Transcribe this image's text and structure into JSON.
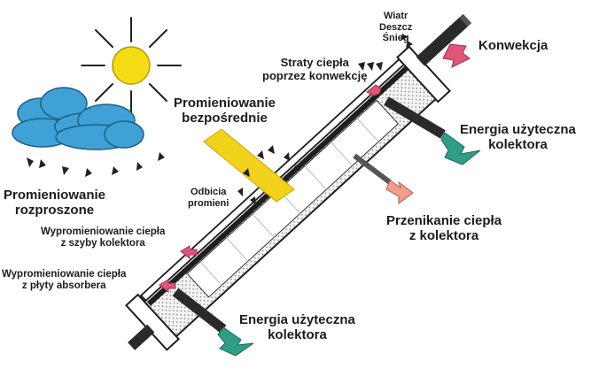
{
  "diagram": {
    "labels": {
      "weather": [
        "Wiatr",
        "Deszcz",
        "Śnieg"
      ],
      "convection": "Konwekcja",
      "convection_losses": [
        "Straty ciepła",
        "poprzez konwekcję"
      ],
      "direct_radiation": [
        "Promieniowanie",
        "bezpośrednie"
      ],
      "useful_energy_top": [
        "Energia użyteczna",
        "kolektora"
      ],
      "diffuse_radiation": [
        "Promieniowanie",
        "rozproszone"
      ],
      "reflections": [
        "Odbicia",
        "promieni"
      ],
      "heat_transmission": [
        "Przenikanie ciepła",
        "z kolektora"
      ],
      "glass_radiation": [
        "Wypromieniowanie ciepła",
        "z szyby kolektora"
      ],
      "absorber_radiation": [
        "Wypromieniowanie ciepła",
        "z płyty absorbera"
      ],
      "useful_energy_bottom": [
        "Energia użyteczna",
        "kolektora"
      ]
    },
    "colors": {
      "sun": "#f5dc14",
      "sun_outline": "#b89a00",
      "cloud": "#3fa1d6",
      "cloud_outline": "#1d5f86",
      "direct_beam": "#f2d21a",
      "loss_arrow": "#e0557a",
      "energy_arrow": "#2e9e86",
      "transmission_arrow": "#f0a08a",
      "collector": "#1e1e1e",
      "ray": "#222222"
    }
  }
}
